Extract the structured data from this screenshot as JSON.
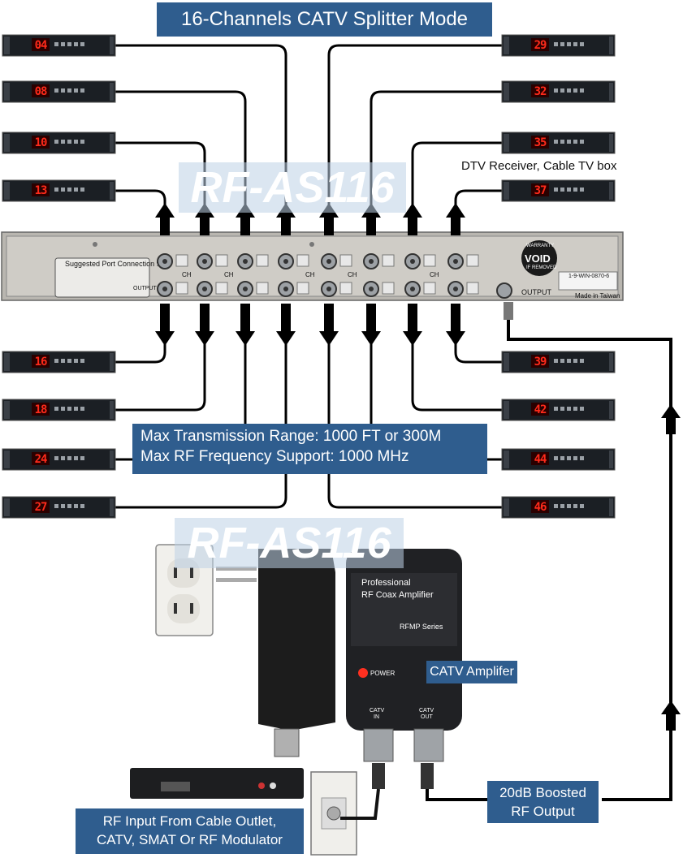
{
  "title": "16-Channels CATV Splitter Mode",
  "spec": {
    "line1": "Max Transmission Range: 1000 FT or 300M",
    "line2": "Max RF Frequency Support: 1000 MHz"
  },
  "labels": {
    "dtv": "DTV Receiver, Cable TV box",
    "amplifier": "CATV Amplifer",
    "boosted_line1": "20dB Boosted",
    "boosted_line2": "RF Output",
    "rf_input_line1": "RF Input From Cable Outlet,",
    "rf_input_line2": "CATV, SMAT Or RF Modulator"
  },
  "watermark": "RF-AS116",
  "splitter": {
    "suggested": "Suggested Port Connection :",
    "ch_label": "CH",
    "output": "OUTPUT",
    "void_top": "WARRANTY",
    "void_main": "VOID",
    "void_bottom": "IF REMOVED",
    "serial": "1-9-WIN-0870-6",
    "made_in": "Made in Taiwan"
  },
  "amp_device": {
    "line1": "Professional",
    "line2": "RF Coax Amplifier",
    "series": "RFMP Series",
    "power": "POWER",
    "catv_in": "CATV",
    "in": "IN",
    "catv_out": "CATV",
    "out": "OUT"
  },
  "channels": {
    "left_top": [
      "04",
      "08",
      "10",
      "13"
    ],
    "right_top": [
      "29",
      "32",
      "35",
      "37"
    ],
    "left_bottom": [
      "16",
      "18",
      "24",
      "27"
    ],
    "right_bottom": [
      "39",
      "42",
      "44",
      "46"
    ]
  },
  "colors": {
    "label_bg": "#2f5d8e",
    "device": "#1b1f24",
    "led": "#ff2a1a"
  }
}
